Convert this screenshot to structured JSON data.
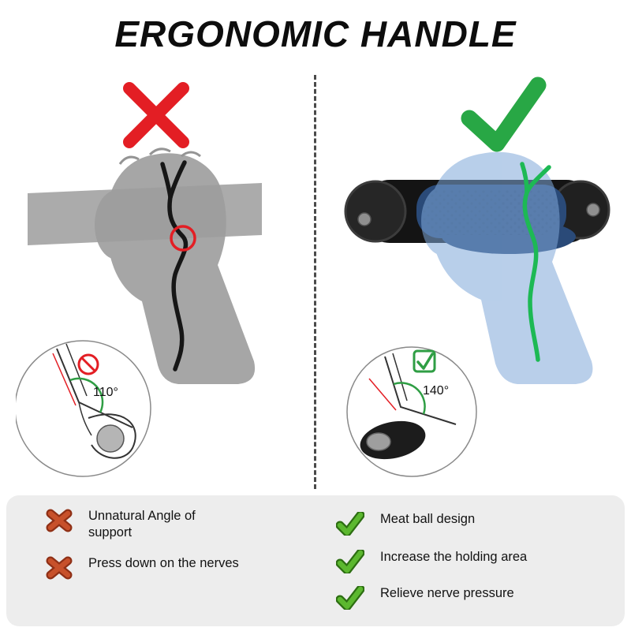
{
  "title": "ERGONOMIC HANDLE",
  "left_panel": {
    "mark": "cross-icon",
    "angle": "110°",
    "meaning": "wrong grip angle, nerve pressure point circled in red"
  },
  "right_panel": {
    "mark": "check-icon",
    "angle": "140°",
    "meaning": "ergonomic grip with relaxed nerve path"
  },
  "features": {
    "negative": [
      "Unnatural Angle of support",
      "Press down on the nerves"
    ],
    "positive": [
      "Meat ball design",
      "Increase the holding area",
      "Relieve nerve pressure"
    ]
  },
  "colors": {
    "negative": "#e31e24",
    "positive": "#28a745",
    "negative_bullet": "#c7512b",
    "positive_bullet": "#5cb82f",
    "panel_bg": "#ededed",
    "hand_gray": "#a6a6a6",
    "hand_blue": "#7fa8d9",
    "grip_blue": "#2a4a78"
  }
}
